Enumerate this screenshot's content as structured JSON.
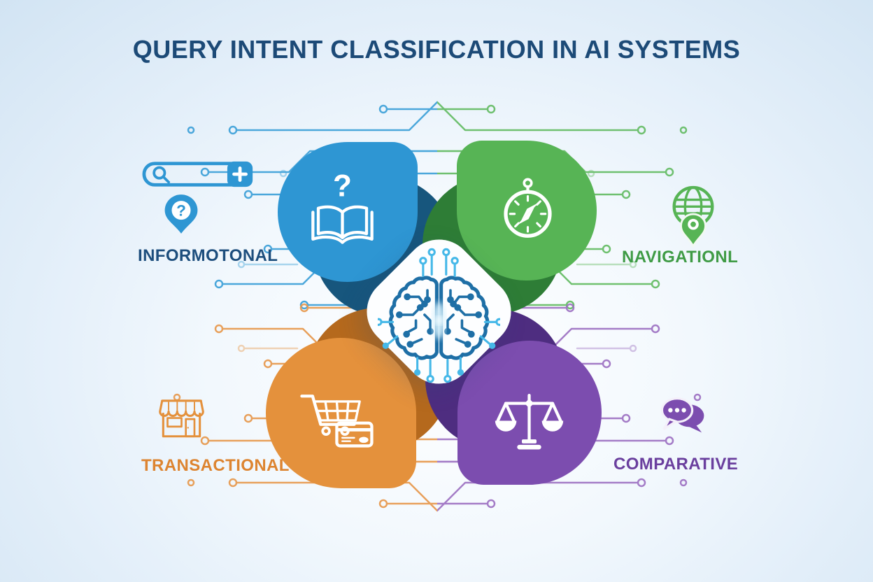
{
  "title": "QUERY INTENT CLASSIFICATION IN AI SYSTEMS",
  "title_color": "#1c4a77",
  "center": {
    "icon": "circuit-brain-icon",
    "brain_color": "#1e6fa6",
    "accent_color": "#45b8e8"
  },
  "quadrants": [
    {
      "key": "informational",
      "label": "INFORMOTONAL",
      "position": "top-left",
      "circle_color": "#2e96d3",
      "shadow_color": "#17567d",
      "label_color": "#1d4e7d",
      "trace_color": "#3a9fd8",
      "main_icon": "open-book-question-icon",
      "side_icons": [
        "search-bar-icon",
        "question-location-pin-icon"
      ]
    },
    {
      "key": "navigational",
      "label": "NAVIGATIONL",
      "position": "top-right",
      "circle_color": "#57b455",
      "shadow_color": "#2e7d36",
      "label_color": "#3f9b45",
      "trace_color": "#62bb61",
      "main_icon": "compass-icon",
      "side_icons": [
        "globe-location-pin-icon"
      ]
    },
    {
      "key": "transactional",
      "label": "TRANSACTIONAL",
      "position": "bottom-left",
      "circle_color": "#e4913c",
      "shadow_color": "#b5691d",
      "label_color": "#dd8430",
      "trace_color": "#e7974a",
      "main_icon": "shopping-cart-credit-card-icon",
      "side_icons": [
        "storefront-icon"
      ]
    },
    {
      "key": "comparative",
      "label": "COMPARATIVE",
      "position": "bottom-right",
      "circle_color": "#7c4daf",
      "shadow_color": "#4e2d80",
      "label_color": "#6a3f9e",
      "trace_color": "#9c6fc2",
      "main_icon": "balance-scales-icon",
      "side_icons": [
        "chat-bubbles-icon"
      ]
    }
  ]
}
